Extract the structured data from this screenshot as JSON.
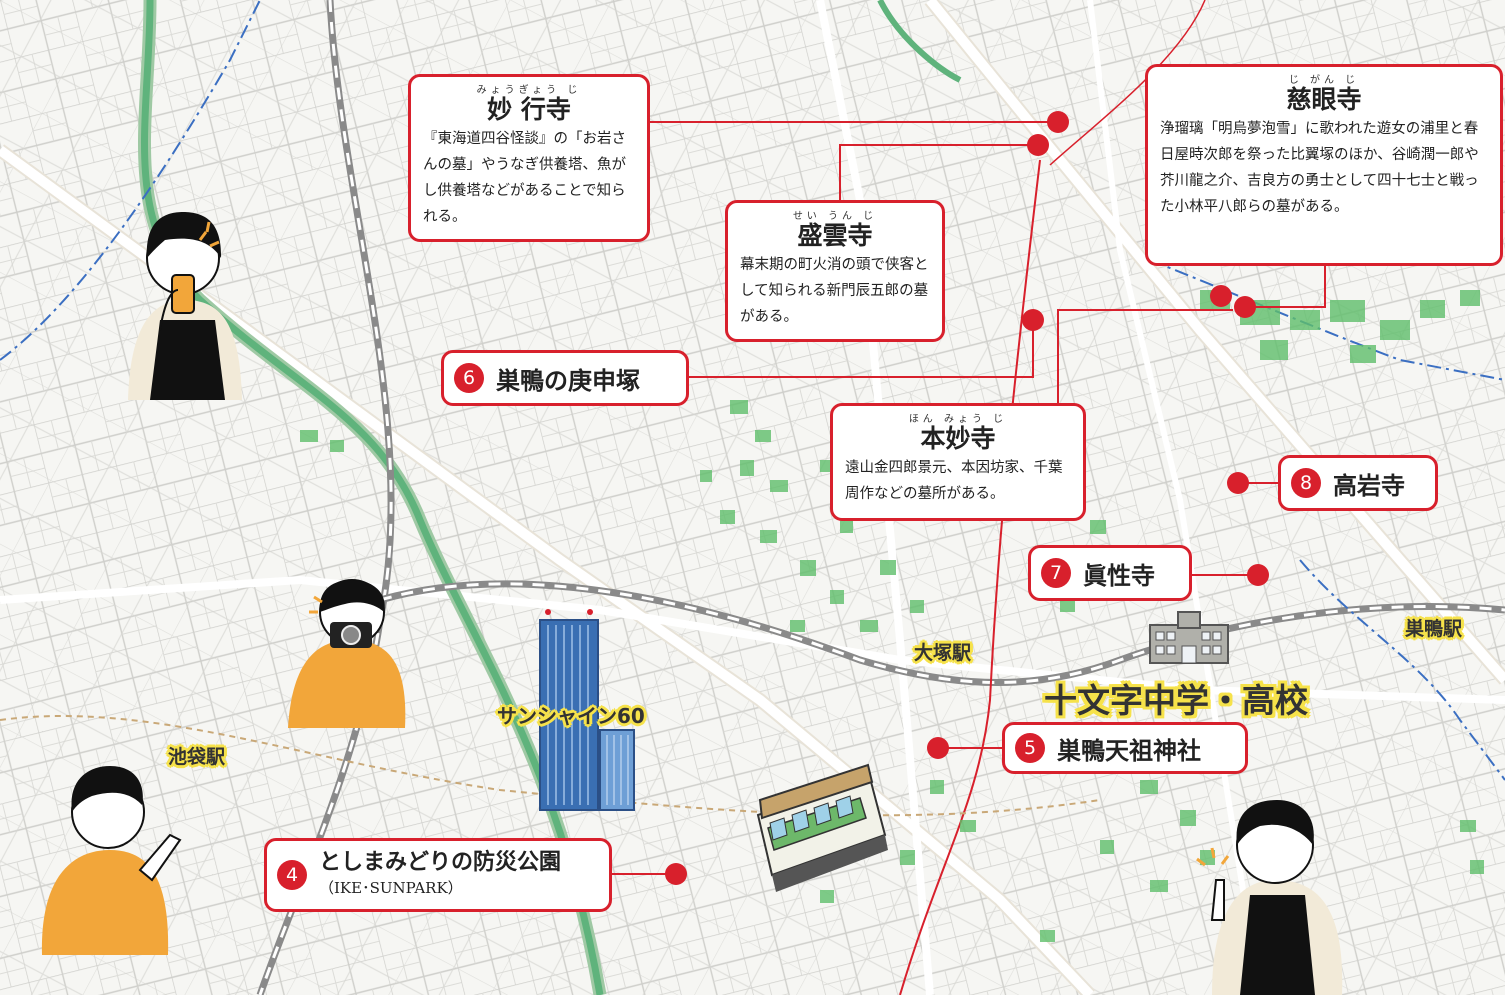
{
  "colors": {
    "accent": "#d8202c",
    "label_highlight": "#f6e24a",
    "park_green": "#5fbf6b",
    "rail": "#888888",
    "expressway": "#6ab891"
  },
  "callouts": {
    "myogyoji": {
      "ruby": "みょうぎょう じ",
      "title": "妙 行寺",
      "desc": "『東海道四谷怪談』の「お岩さんの墓」やうなぎ供養塔、魚がし供養塔などがあることで知られる。"
    },
    "seiunji": {
      "ruby": "せい うん じ",
      "title": "盛雲寺",
      "desc": "幕末期の町火消の頭で侠客として知られる新門辰五郎の墓がある。"
    },
    "jiganji": {
      "ruby": "じ がん じ",
      "title": "慈眼寺",
      "desc": "浄瑠璃「明烏夢泡雪」に歌われた遊女の浦里と春日屋時次郎を祭った比翼塚のほか、谷崎潤一郎や芥川龍之介、吉良方の勇士として四十七士と戦った小林平八郎らの墓がある。"
    },
    "honmyoji": {
      "ruby": "ほん みょう じ",
      "title": "本妙寺",
      "desc": "遠山金四郎景元、本因坊家、千葉周作などの墓所がある。"
    }
  },
  "labels": {
    "l4": {
      "num": "4",
      "text": "としまみどりの防災公園",
      "sub": "（IKE･SUNPARK）"
    },
    "l5": {
      "num": "5",
      "text": "巣鴨天祖神社"
    },
    "l6": {
      "num": "6",
      "text": "巣鴨の庚申塚"
    },
    "l7": {
      "num": "7",
      "text": "眞性寺"
    },
    "l8": {
      "num": "8",
      "text": "高岩寺"
    }
  },
  "stations": {
    "ikebukuro": "池袋駅",
    "otsuka": "大塚駅",
    "sugamo": "巣鴨駅"
  },
  "landmarks": {
    "sunshine": "サンシャイン60",
    "school": "十文字中学・高校"
  },
  "icons": [
    "school-building-icon",
    "tram-icon",
    "skyscraper-icon",
    "location-pin-icon"
  ]
}
